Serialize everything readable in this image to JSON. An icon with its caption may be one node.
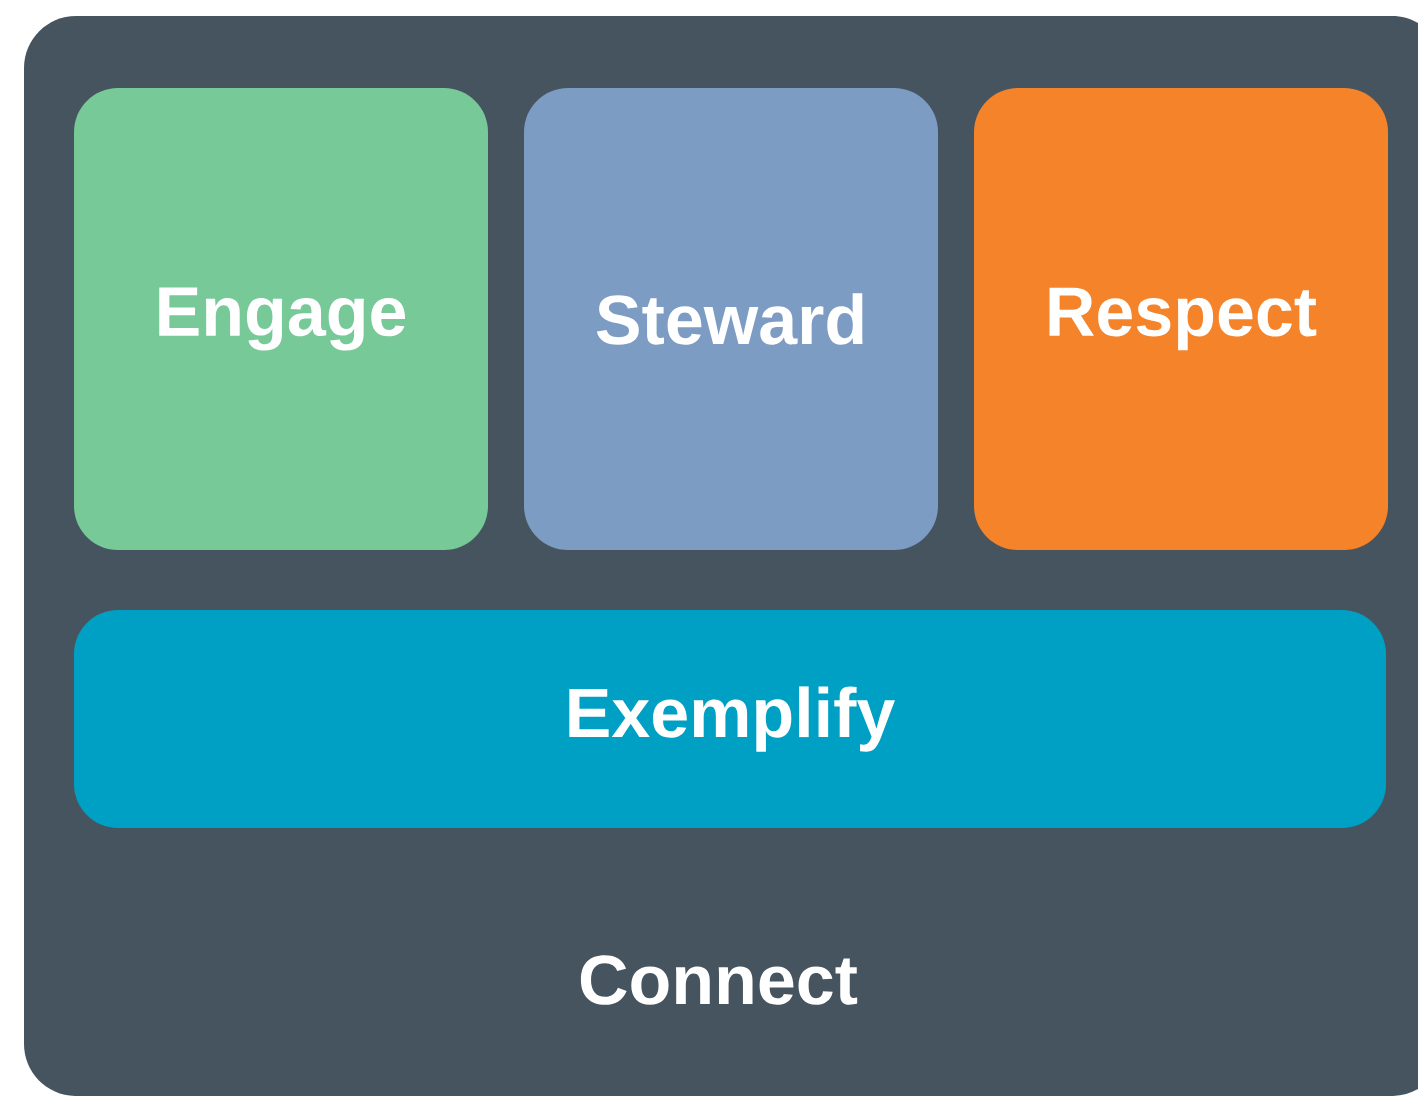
{
  "diagram": {
    "nodes": [
      {
        "text": [
          "Connect"
        ]
      },
      {
        "text": [
          "Engage"
        ],
        "in": 0
      },
      {
        "text": [
          "Steward"
        ],
        "in": 0
      },
      {
        "text": [
          "Respect"
        ],
        "in": 0
      },
      {
        "text": [
          "Exemplify"
        ],
        "in": 0
      }
    ]
  }
}
